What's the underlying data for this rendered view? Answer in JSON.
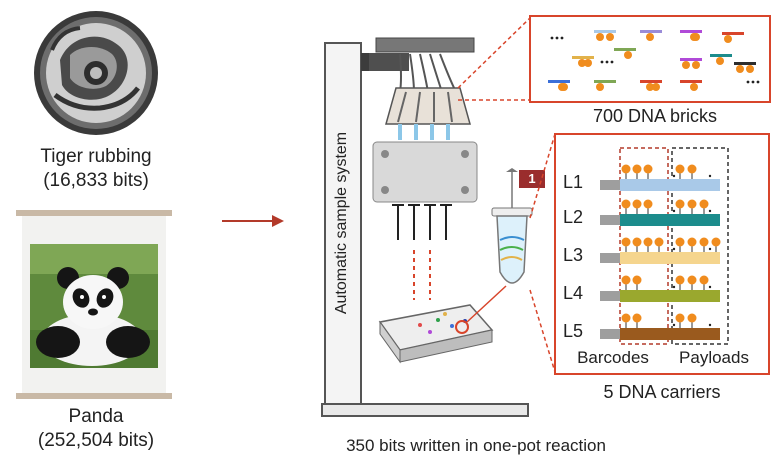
{
  "left": {
    "tiger_title": "Tiger rubbing",
    "tiger_bits": "(16,833 bits)",
    "panda_title": "Panda",
    "panda_bits": "(252,504 bits)"
  },
  "center": {
    "system_label": "Automatic sample system",
    "flag_number": "1",
    "caption": "350 bits written in one-pot reaction"
  },
  "right": {
    "bricks_label": "700 DNA bricks",
    "lanes": [
      "L1",
      "L2",
      "L3",
      "L4",
      "L5"
    ],
    "barcodes_label": "Barcodes",
    "payloads_label": "Payloads",
    "carriers_label": "5 DNA carriers"
  },
  "colors": {
    "accent_red": "#d8452b",
    "arrow_red": "#b33a2a",
    "lane_colors": [
      "#a9c9e8",
      "#1c8c8c",
      "#f5d58e",
      "#9aa82e",
      "#9a5a1e"
    ],
    "brick_orange": "#f08c1e"
  }
}
